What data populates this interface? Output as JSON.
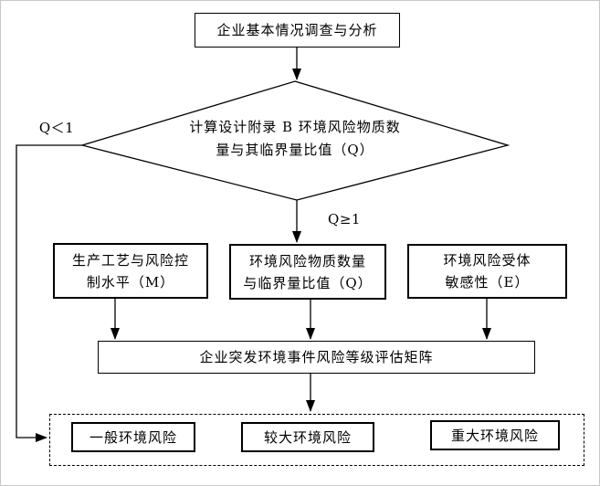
{
  "flowchart": {
    "start": "企业基本情况调查与分析",
    "decision": {
      "line1": "计算设计附录 B 环境风险物质数",
      "line2": "量与其临界量比值（Q）"
    },
    "branch_labels": {
      "q_lt_1": "Q＜1",
      "q_ge_1": "Q≥1"
    },
    "factors": [
      {
        "lines": [
          "生产工艺与风险控",
          "制水平（M）"
        ]
      },
      {
        "lines": [
          "环境风险物质数量",
          "与临界量比值（Q）"
        ]
      },
      {
        "lines": [
          "环境风险受体",
          "敏感性（E）"
        ]
      }
    ],
    "matrix": "企业突发环境事件风险等级评估矩阵",
    "outcomes": [
      "一般环境风险",
      "较大环境风险",
      "重大环境风险"
    ],
    "colors": {
      "line": "#000000",
      "background": "#ffffff"
    }
  }
}
